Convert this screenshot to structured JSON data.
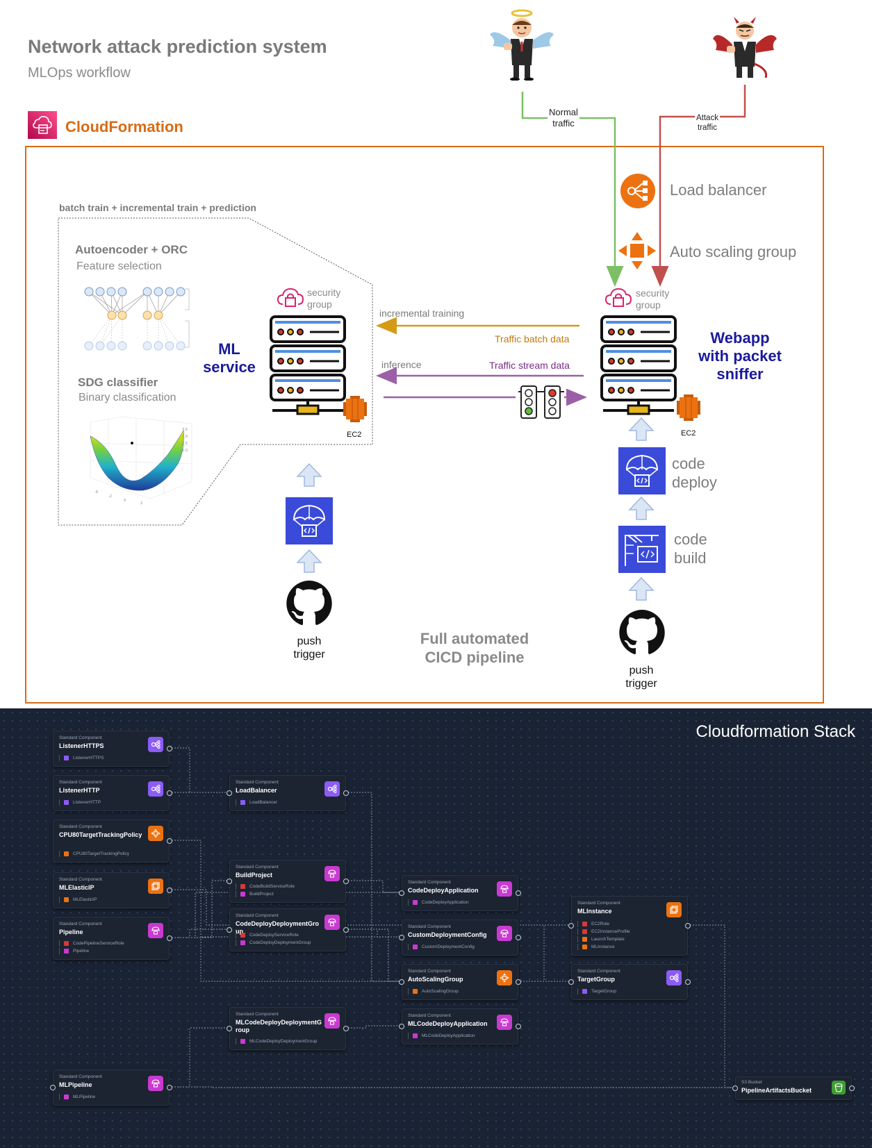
{
  "header": {
    "title": "Network attack prediction system",
    "subtitle": "MLOps workflow"
  },
  "cloudformation": {
    "label": "CloudFormation"
  },
  "traffic": {
    "normal": "Normal\ntraffic",
    "attack": "Attack\ntraffic"
  },
  "infra": {
    "load_balancer": "Load balancer",
    "auto_scaling": "Auto scaling group",
    "security_group_left": "security\ngroup",
    "security_group_right": "security\ngroup",
    "ec2_left": "EC2",
    "ec2_right": "EC2"
  },
  "ml_panel": {
    "heading": "batch train + incremental train + prediction",
    "autoencoder_title": "Autoencoder + ORC",
    "autoencoder_sub": "Feature selection",
    "sdg_title": "SDG classifier",
    "sdg_sub": "Binary classification"
  },
  "services": {
    "ml_service": "ML\nservice",
    "webapp": "Webapp\nwith packet\nsniffer"
  },
  "flows": {
    "incremental_training": "incremental training",
    "traffic_batch": "Traffic batch data",
    "inference": "inference",
    "traffic_stream": "Traffic stream data"
  },
  "pipeline": {
    "code_deploy": "code\ndeploy",
    "code_build": "code\nbuild",
    "push_left": "push\ntrigger",
    "push_right": "push\ntrigger",
    "cicd": "Full automated\nCICD pipeline"
  },
  "stack": {
    "title": "Cloudformation Stack",
    "std_label": "Standard Component",
    "s3_label": "S3 Bucket",
    "components": [
      {
        "name": "ListenerHTTPS",
        "icon": "lb",
        "subs": [
          [
            "ListenerHTTPS",
            "lb"
          ]
        ]
      },
      {
        "name": "ListenerHTTP",
        "icon": "lb",
        "subs": [
          [
            "ListenerHTTP",
            "lb"
          ]
        ]
      },
      {
        "name": "CPU80TargetTrackingPolicy",
        "icon": "asg",
        "subs": [
          [
            "CPU80TargetTrackingPolicy",
            "asg"
          ]
        ]
      },
      {
        "name": "MLElasticIP",
        "icon": "ec2",
        "subs": [
          [
            "MLElasticIP",
            "asg"
          ]
        ]
      },
      {
        "name": "Pipeline",
        "icon": "pipe",
        "subs": [
          [
            "CodePipelineServiceRole",
            "role"
          ],
          [
            "Pipeline",
            "pipe"
          ]
        ]
      },
      {
        "name": "LoadBalancer",
        "icon": "lb",
        "subs": [
          [
            "LoadBalancer",
            "lb"
          ]
        ]
      },
      {
        "name": "BuildProject",
        "icon": "pipe",
        "subs": [
          [
            "CodeBuildServiceRole",
            "role"
          ],
          [
            "BuildProject",
            "pipe"
          ]
        ]
      },
      {
        "name": "CodeDeployDeploymentGroup",
        "icon": "pipe",
        "subs": [
          [
            "CodeDeployServiceRole",
            "role"
          ],
          [
            "CodeDeployDeploymentGroup",
            "pipe"
          ]
        ]
      },
      {
        "name": "MLCodeDeployDeploymentGroup",
        "icon": "pipe",
        "subs": [
          [
            "MLCodeDeployDeploymentGroup",
            "pipe"
          ]
        ]
      },
      {
        "name": "CodeDeployApplication",
        "icon": "pipe",
        "subs": [
          [
            "CodeDeployApplication",
            "pipe"
          ]
        ]
      },
      {
        "name": "CustomDeploymentConfig",
        "icon": "pipe",
        "subs": [
          [
            "CustomDeploymentConfig",
            "pipe"
          ]
        ]
      },
      {
        "name": "AutoScalingGroup",
        "icon": "asg",
        "subs": [
          [
            "AutoScalingGroup",
            "asg"
          ]
        ]
      },
      {
        "name": "MLCodeDeployApplication",
        "icon": "pipe",
        "subs": [
          [
            "MLCodeDeployApplication",
            "pipe"
          ]
        ]
      },
      {
        "name": "MLInstance",
        "icon": "ec2",
        "subs": [
          [
            "EC2Role",
            "role"
          ],
          [
            "EC2InstanceProfile",
            "role"
          ],
          [
            "LaunchTemplate",
            "asg"
          ],
          [
            "MLInstance",
            "asg"
          ]
        ]
      },
      {
        "name": "TargetGroup",
        "icon": "lb",
        "subs": [
          [
            "TargetGroup",
            "lb"
          ]
        ]
      },
      {
        "name": "MLPipeline",
        "icon": "pipe",
        "subs": [
          [
            "MLPipeline",
            "pipe"
          ]
        ]
      },
      {
        "name": "PipelineArtifactsBucket",
        "icon": "s3",
        "subs": []
      }
    ]
  },
  "colors": {
    "orange": "#d86b14",
    "normal_green": "#7cbf64",
    "attack_red": "#c0504d",
    "batch_orange": "#d49a16",
    "stream_purple": "#9b5fa8",
    "aws_blue": "#3a4ad9",
    "purple_icon": "#8c5cf5",
    "magenta_icon": "#c93ad0",
    "orange_icon": "#ec7211",
    "green_icon": "#3f9c35"
  }
}
